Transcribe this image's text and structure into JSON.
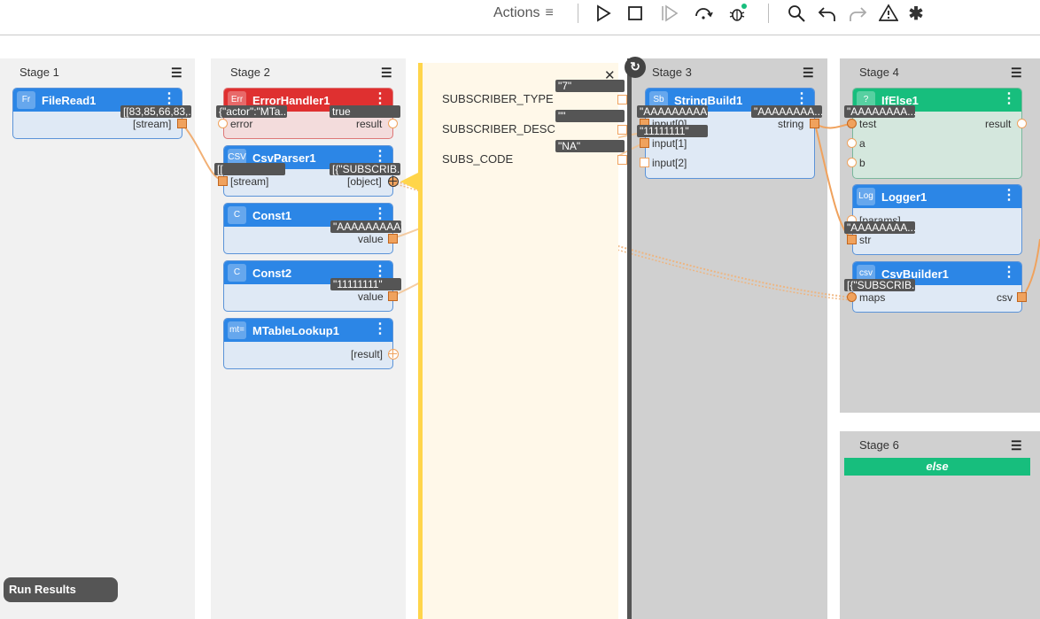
{
  "toolbar": {
    "actions_label": "Actions",
    "menu_glyph": "≡",
    "icons": [
      "play-icon",
      "stop-icon",
      "step-icon",
      "skip-icon",
      "debug-icon",
      "search-icon",
      "undo-icon",
      "redo-icon",
      "warning-icon",
      "asterisk-icon"
    ],
    "asterisk": "✱"
  },
  "stages": {
    "s1": {
      "title": "Stage 1",
      "menu": "☰"
    },
    "s2": {
      "title": "Stage 2",
      "menu": "☰"
    },
    "s3": {
      "title": "Stage 3",
      "menu": "☰"
    },
    "s4": {
      "title": "Stage 4",
      "menu": "☰"
    },
    "s6": {
      "title": "Stage 6",
      "menu": "☰",
      "else_label": "else"
    }
  },
  "nodes": {
    "fileread": {
      "icon": "Fr",
      "name": "FileRead1",
      "kebab": "⋮",
      "out_port": "[stream]",
      "out_value": "[[83,85,66,83,..."
    },
    "errorhandler": {
      "icon": "Err",
      "name": "ErrorHandler1",
      "kebab": "⋮",
      "in_port": "error",
      "in_value": "{\"actor\":\"MTa...",
      "out_port": "result",
      "out_value": "true"
    },
    "csvparser": {
      "icon": "CSV",
      "name": "CsvParser1",
      "kebab": "⋮",
      "in_port": "[stream]",
      "in_value": "[[",
      "out_port": "[object]",
      "out_value": "[{\"SUBSCRIB..."
    },
    "const1": {
      "icon": "C",
      "name": "Const1",
      "kebab": "⋮",
      "out_port": "value",
      "out_value": "\"AAAAAAAAA\""
    },
    "const2": {
      "icon": "C",
      "name": "Const2",
      "kebab": "⋮",
      "out_port": "value",
      "out_value": "\"11111111\""
    },
    "mtable": {
      "icon": "mt=",
      "name": "MTableLookup1",
      "kebab": "⋮",
      "out_port": "[result]"
    },
    "stringbuild": {
      "icon": "Sb",
      "name": "StringBuild1",
      "kebab": "⋮",
      "in0": "input[0]",
      "in0_value": "\"AAAAAAAAA\"",
      "in1": "input[1]",
      "in1_value": "\"11111111\"",
      "in2": "input[2]",
      "out_port": "string",
      "out_value": "\"AAAAAAAA..."
    },
    "ifelse": {
      "icon": "?",
      "name": "IfElse1",
      "kebab": "⋮",
      "in_test": "test",
      "test_value": "\"AAAAAAAA...",
      "in_a": "a",
      "in_b": "b",
      "out_port": "result"
    },
    "logger": {
      "icon": "Log",
      "name": "Logger1",
      "kebab": "⋮",
      "in_params": "[params]",
      "in_str": "str",
      "str_value": "\"AAAAAAAA..."
    },
    "csvbuilder": {
      "icon": "csv",
      "name": "CsvBuilder1",
      "kebab": "⋮",
      "in_maps": "maps",
      "maps_value": "[{\"SUBSCRIB...",
      "out_port": "csv"
    }
  },
  "panel": {
    "close": "✕",
    "rows": [
      {
        "label": "SUBSCRIBER_TYPE",
        "value": "\"7\""
      },
      {
        "label": "SUBSCRIBER_DESC",
        "value": "\"\""
      },
      {
        "label": "SUBS_CODE",
        "value": "\"NA\""
      }
    ]
  },
  "run_results": "Run Results"
}
